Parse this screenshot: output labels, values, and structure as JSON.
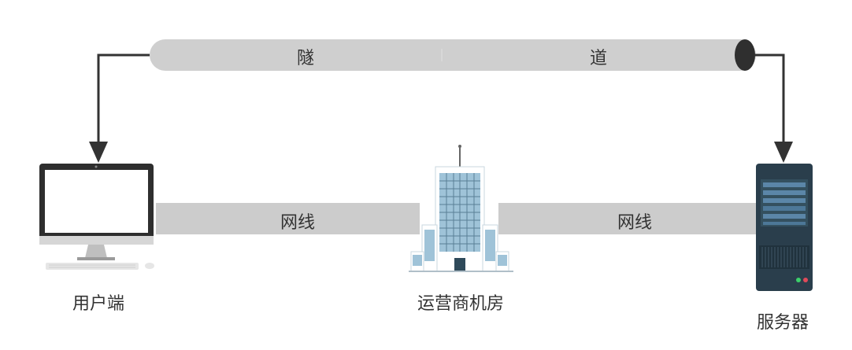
{
  "tunnel": {
    "left_text": "隧",
    "right_text": "道"
  },
  "cables": {
    "left_text": "网线",
    "right_text": "网线"
  },
  "nodes": {
    "client": "用户端",
    "isp_room": "运营商机房",
    "server": "服务器"
  },
  "colors": {
    "tunnel": "#cfcfcf",
    "cable": "#cccccc",
    "arrow": "#333333",
    "monitor_bezel": "#2e2e2e",
    "server_body": "#2a3e4c",
    "server_rack": "#5b86a8",
    "building_glass": "#9fc3d8",
    "building_frame": "#ffffff"
  }
}
